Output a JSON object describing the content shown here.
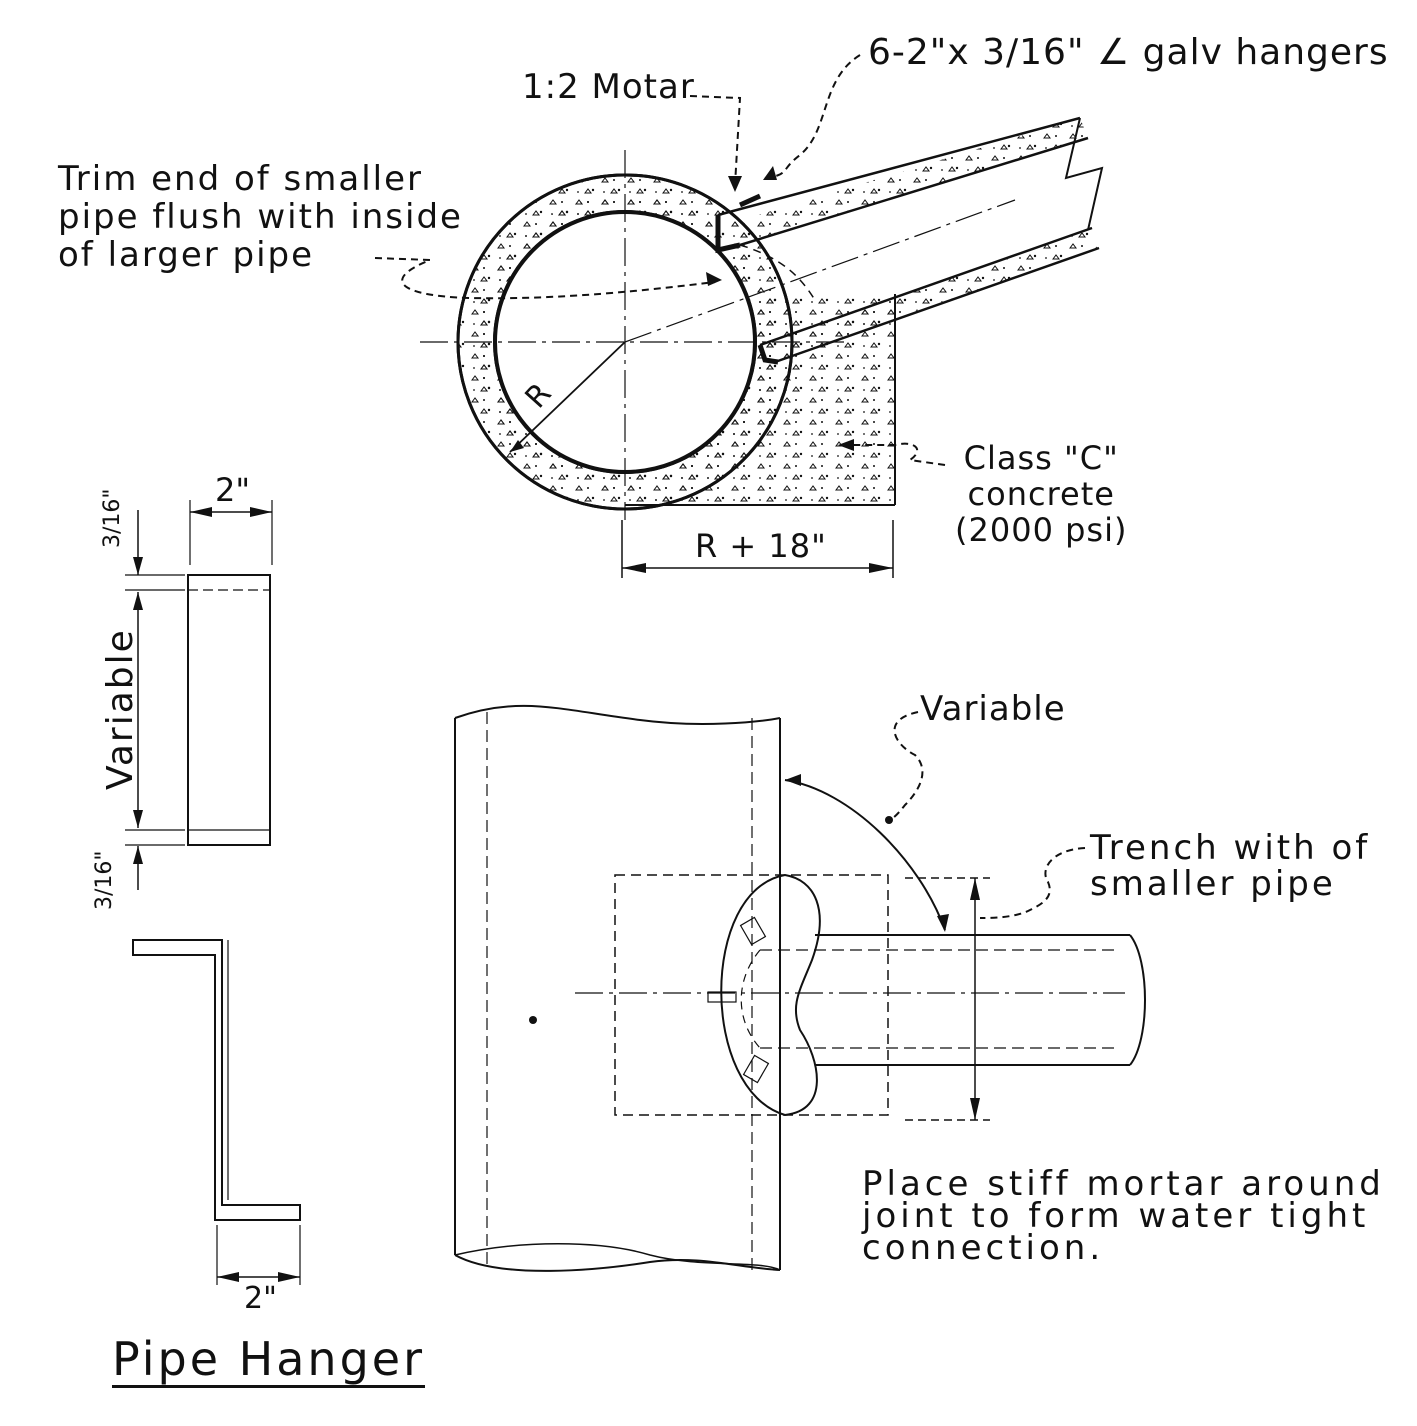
{
  "labels": {
    "mortar": "1:2 Motar",
    "hangers": "6-2\"x 3/16\" ∠ galv hangers",
    "trim_line1": "Trim end of smaller",
    "trim_line2": "pipe flush with inside",
    "trim_line3": "of larger pipe",
    "radius": "R",
    "class_c_line1": "Class \"C\"",
    "class_c_line2": "concrete",
    "class_c_line3": "(2000 psi)",
    "r_plus_18": "R + 18\"",
    "two_inch_top": "2\"",
    "three_sixteenths_top": "3/16\"",
    "variable_vertical": "Variable",
    "three_sixteenths_bottom": "3/16\"",
    "two_inch_bottom": "2\"",
    "variable_plan": "Variable",
    "trench_line1": "Trench with of",
    "trench_line2": "smaller pipe",
    "place_line1": "Place stiff mortar around",
    "place_line2": "joint to form water tight",
    "place_line3": "connection.",
    "title": "Pipe Hanger"
  },
  "colors": {
    "ink": "#111111",
    "paper": "#ffffff"
  }
}
